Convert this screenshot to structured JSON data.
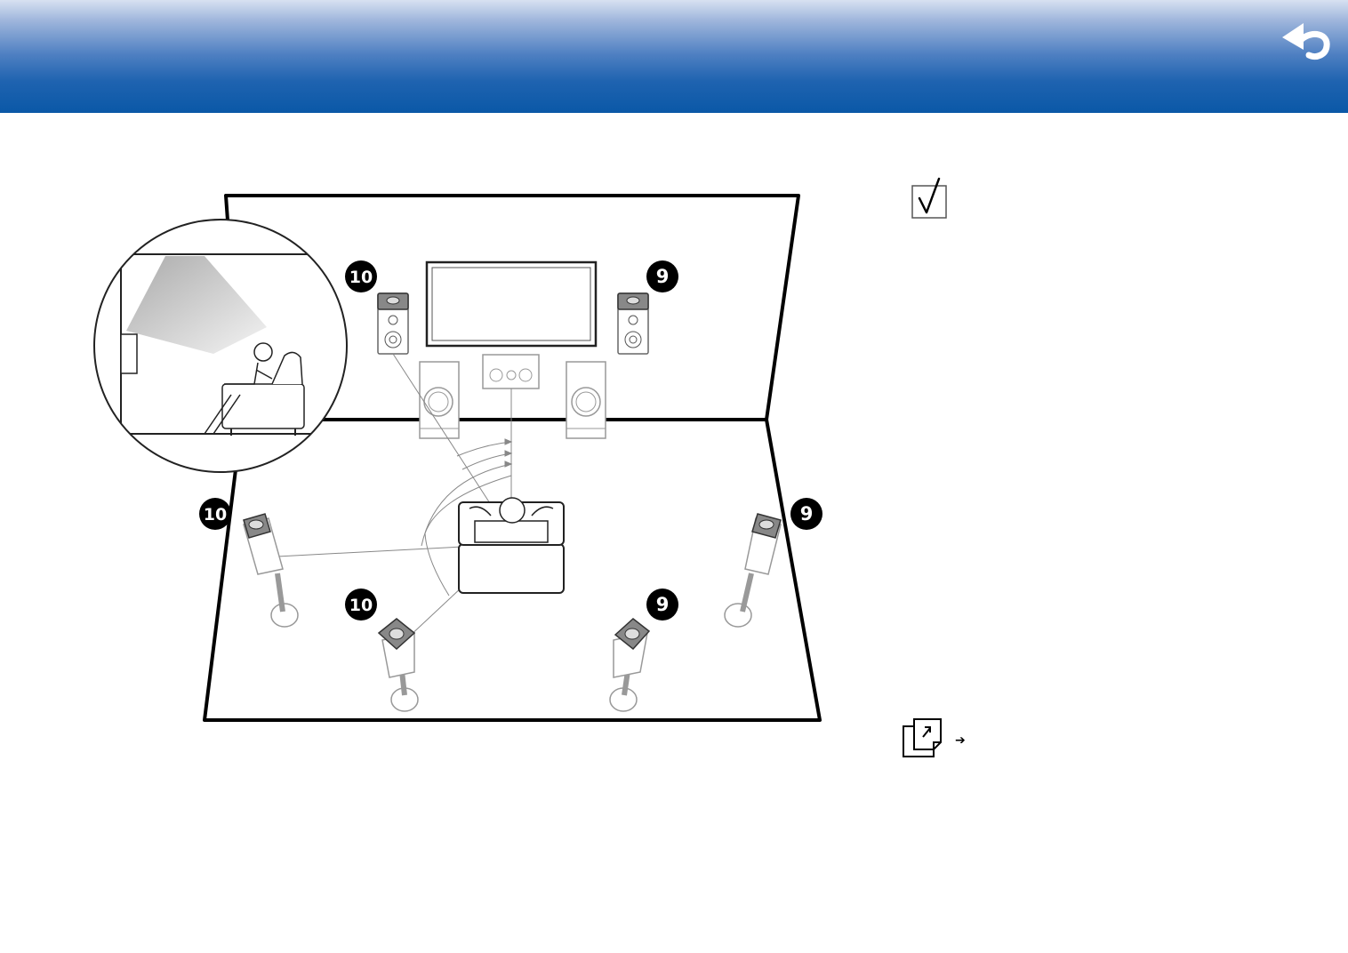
{
  "header": {
    "back_icon": "back-arrow-icon",
    "accent": "#0a58a7"
  },
  "note": {
    "icon": "checkmark-box-icon"
  },
  "reference": {
    "icon": "page-link-icon",
    "arrow": "➔"
  },
  "diagram": {
    "badges": {
      "front_high_left": "10",
      "front_high_right": "9",
      "surround_left": "10",
      "surround_right": "9",
      "surround_back_left": "10",
      "surround_back_right": "9"
    }
  }
}
